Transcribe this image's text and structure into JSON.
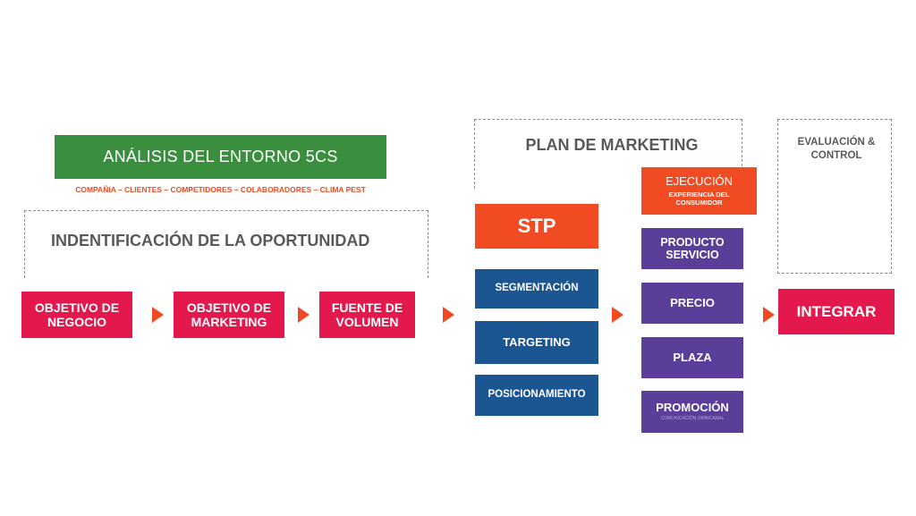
{
  "analysis": {
    "title": "ANÁLISIS DEL ENTORNO 5CS",
    "subtitle": "COMPAÑIA – CLIENTES – COMPETIDORES – COLABORADORES – CLIMA PEST"
  },
  "opportunity": {
    "title": "INDENTIFICACIÓN DE LA OPORTUNIDAD",
    "steps": [
      "OBJETIVO DE NEGOCIO",
      "OBJETIVO DE MARKETING",
      "FUENTE DE VOLUMEN"
    ]
  },
  "plan": {
    "title": "PLAN DE MARKETING",
    "stp": "STP",
    "stp_items": [
      "SEGMENTACIÓN",
      "TARGETING",
      "POSICIONAMIENTO"
    ],
    "execution": {
      "title": "EJECUCIÓN",
      "subtitle": "EXPERIENCIA DEL CONSUMIDOR"
    },
    "mix": [
      "PRODUCTO SERVICIO",
      "PRECIO",
      "PLAZA",
      "PROMOCIÓN"
    ],
    "promo_sub": "COMUNICACIÓN OMNICANAL"
  },
  "evaluation": {
    "title": "EVALUACIÓN & CONTROL",
    "action": "INTEGRAR"
  },
  "colors": {
    "green": "#3a8f3f",
    "orange": "#f04b23",
    "pink": "#e3194e",
    "blue": "#1b5592",
    "purple": "#5a3e99",
    "gray_text": "#58595b"
  }
}
